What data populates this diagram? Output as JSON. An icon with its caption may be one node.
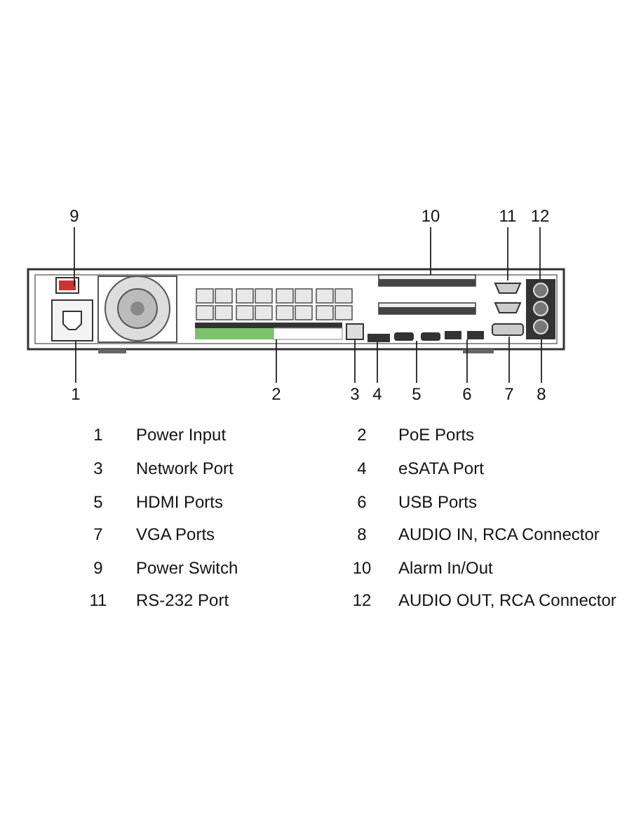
{
  "diagram": {
    "nodes": [
      {
        "text": [
          "9"
        ]
      },
      {
        "text": [
          "10"
        ]
      },
      {
        "text": [
          "11"
        ]
      },
      {
        "text": [
          "12"
        ]
      },
      {
        "text": [
          "1"
        ]
      },
      {
        "text": [
          "2"
        ]
      },
      {
        "text": [
          "3"
        ]
      },
      {
        "text": [
          "4"
        ]
      },
      {
        "text": [
          "5"
        ]
      },
      {
        "text": [
          "6"
        ]
      },
      {
        "text": [
          "7"
        ]
      },
      {
        "text": [
          "8"
        ]
      }
    ],
    "edges": [
      {
        "from": 0,
        "to": null,
        "arrow": "none"
      },
      {
        "from": 1,
        "to": null,
        "arrow": "none"
      },
      {
        "from": 2,
        "to": null,
        "arrow": "none"
      },
      {
        "from": 3,
        "to": null,
        "arrow": "none"
      },
      {
        "from": 4,
        "to": null,
        "arrow": "none"
      },
      {
        "from": 5,
        "to": null,
        "arrow": "none"
      },
      {
        "from": 6,
        "to": null,
        "arrow": "none"
      },
      {
        "from": 7,
        "to": null,
        "arrow": "none"
      },
      {
        "from": 8,
        "to": null,
        "arrow": "none"
      },
      {
        "from": 9,
        "to": null,
        "arrow": "none"
      },
      {
        "from": 10,
        "to": null,
        "arrow": "none"
      },
      {
        "from": 11,
        "to": null,
        "arrow": "none"
      }
    ],
    "labels": [
      "1",
      "Power Input",
      "2",
      "PoE Ports",
      "3",
      "Network Port",
      "4",
      "eSATA Port",
      "5",
      "HDMI Ports",
      "6",
      "USB Ports",
      "7",
      "VGA Ports",
      "8",
      "AUDIO IN, RCA Connector",
      "9",
      "Power Switch",
      "10",
      "Alarm In/Out",
      "11",
      "RS-232 Port",
      "12",
      "AUDIO OUT, RCA Connector"
    ]
  }
}
